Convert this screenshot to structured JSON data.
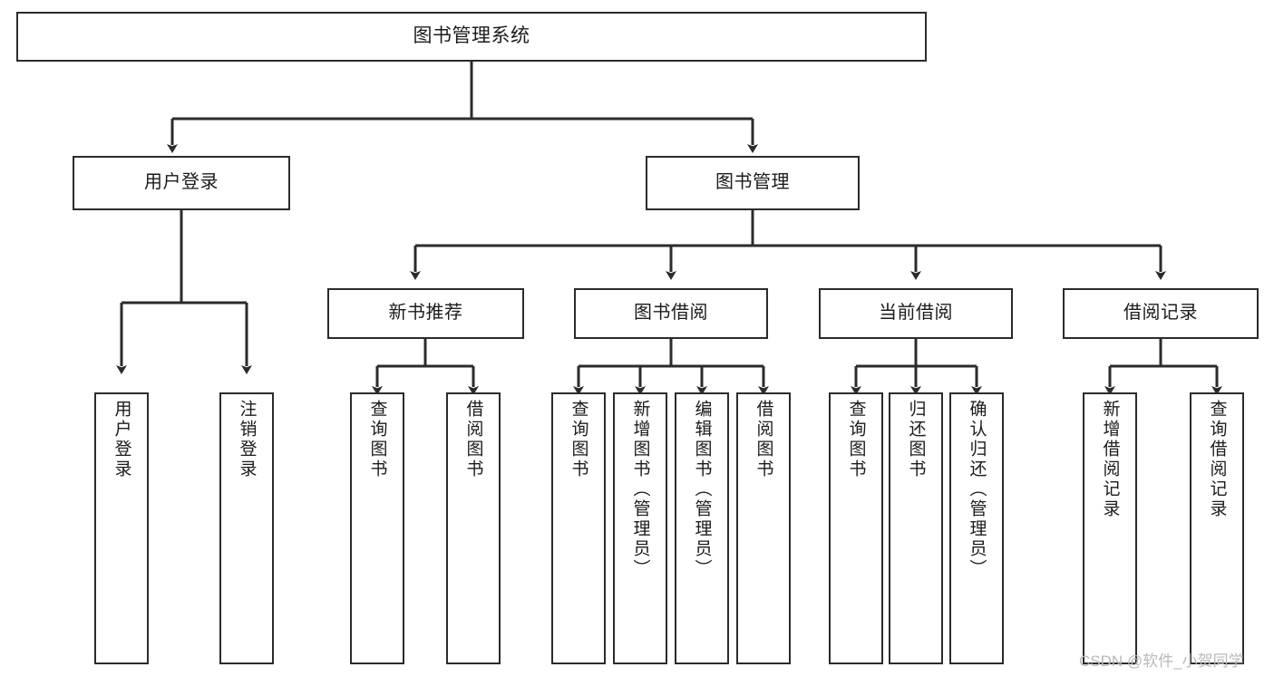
{
  "diagram": {
    "title": "图书管理系统",
    "type": "hierarchy-tree",
    "root": {
      "id": "root",
      "label": "图书管理系统"
    },
    "tier2": [
      {
        "id": "user-login",
        "label": "用户登录"
      },
      {
        "id": "book-manage",
        "label": "图书管理"
      }
    ],
    "tier3": [
      {
        "id": "new-book-rec",
        "label": "新书推荐"
      },
      {
        "id": "book-borrow",
        "label": "图书借阅"
      },
      {
        "id": "current-borrow",
        "label": "当前借阅"
      },
      {
        "id": "borrow-record",
        "label": "借阅记录"
      }
    ],
    "leaves": {
      "user_login": [
        {
          "id": "leaf-user-login",
          "label": "用户登录"
        },
        {
          "id": "leaf-logout",
          "label": "注销登录"
        }
      ],
      "new_book_rec": [
        {
          "id": "leaf-query-book-1",
          "label": "查询图书"
        },
        {
          "id": "leaf-borrow-book-1",
          "label": "借阅图书"
        }
      ],
      "book_borrow": [
        {
          "id": "leaf-query-book-2",
          "label": "查询图书"
        },
        {
          "id": "leaf-add-book",
          "label": "新增图书（管理员）"
        },
        {
          "id": "leaf-edit-book",
          "label": "编辑图书（管理员）"
        },
        {
          "id": "leaf-borrow-book-2",
          "label": "借阅图书"
        }
      ],
      "current_borrow": [
        {
          "id": "leaf-query-book-3",
          "label": "查询图书"
        },
        {
          "id": "leaf-return-book",
          "label": "归还图书"
        },
        {
          "id": "leaf-confirm-return",
          "label": "确认归还（管理员）"
        }
      ],
      "borrow_record": [
        {
          "id": "leaf-add-record",
          "label": "新增借阅记录"
        },
        {
          "id": "leaf-query-record",
          "label": "查询借阅记录"
        }
      ]
    }
  },
  "watermark": {
    "text": "CSDN @软件_小贺同学"
  },
  "colors": {
    "stroke": "#2b2b2b",
    "background": "#ffffff",
    "text": "#1b1b1b",
    "watermark": "#b8b8b8"
  }
}
